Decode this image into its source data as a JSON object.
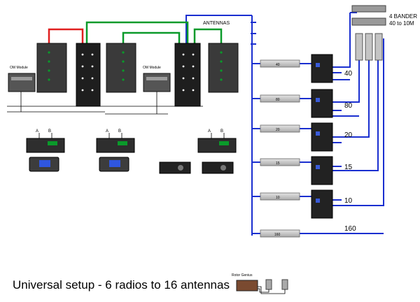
{
  "caption": "Universal setup - 6 radios to 16 antennas",
  "antennas_label": "ANTENNAS",
  "om_module_label": "OM Module",
  "port_a": "A",
  "port_b": "B",
  "four_bander_line1": "4 BANDER",
  "four_bander_line2": "40 to 10M",
  "bands": [
    "40",
    "80",
    "20",
    "15",
    "10",
    "160"
  ],
  "filter_labels": [
    "40",
    "80",
    "20",
    "15",
    "10",
    "160"
  ],
  "rotor_label": "Rotor Genius",
  "colors": {
    "red": "#e02020",
    "green": "#0a9a2a",
    "blue": "#1a2fd0",
    "black": "#000000"
  }
}
